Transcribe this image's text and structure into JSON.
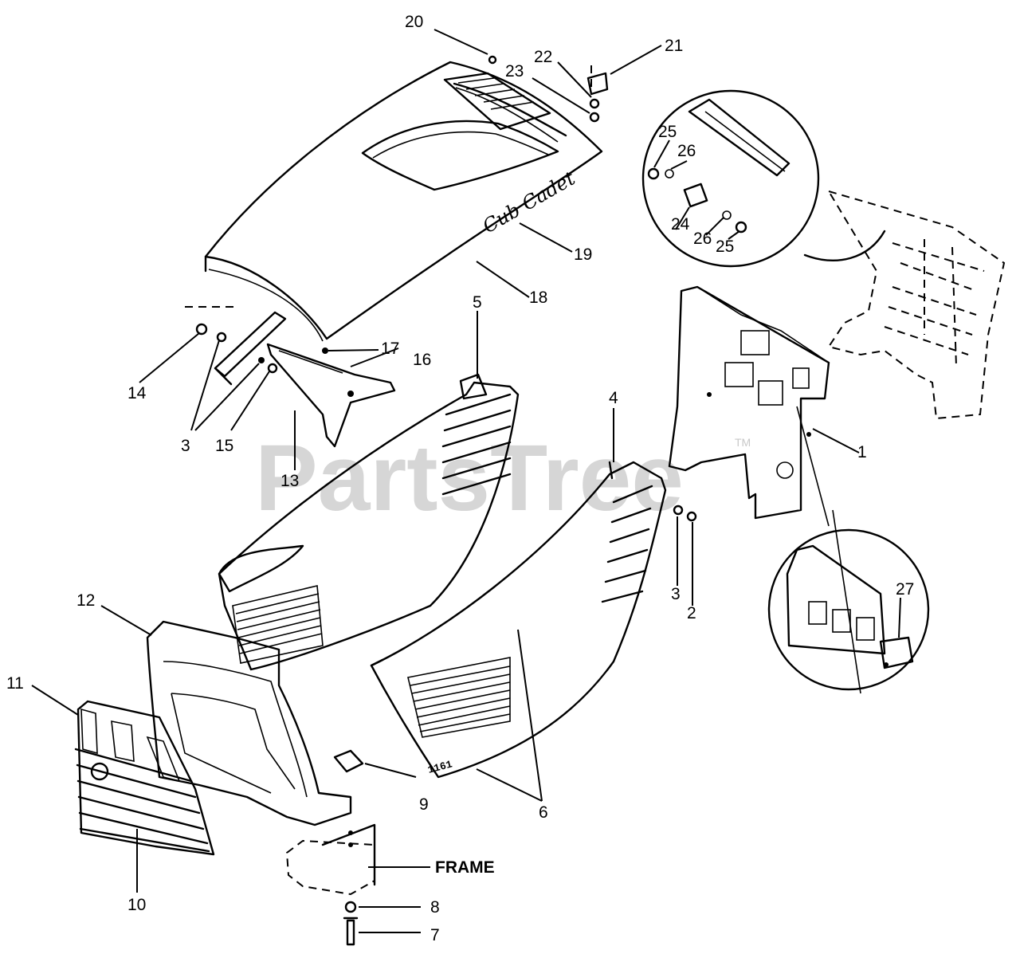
{
  "watermark": {
    "text": "PartsTree",
    "trademark": "TM"
  },
  "brand_logo": "Cub Cadet",
  "model_badge": "1161",
  "frame_label": "FRAME",
  "callouts": {
    "c1": "1",
    "c2": "2",
    "c3a": "3",
    "c3b": "3",
    "c4": "4",
    "c5": "5",
    "c6": "6",
    "c7": "7",
    "c8": "8",
    "c9": "9",
    "c10": "10",
    "c11": "11",
    "c12": "12",
    "c13": "13",
    "c14": "14",
    "c15": "15",
    "c16": "16",
    "c17": "17",
    "c18": "18",
    "c19": "19",
    "c20": "20",
    "c21": "21",
    "c22": "22",
    "c23": "23",
    "c24": "24",
    "c25a": "25",
    "c25b": "25",
    "c26a": "26",
    "c26b": "26",
    "c27": "27"
  }
}
